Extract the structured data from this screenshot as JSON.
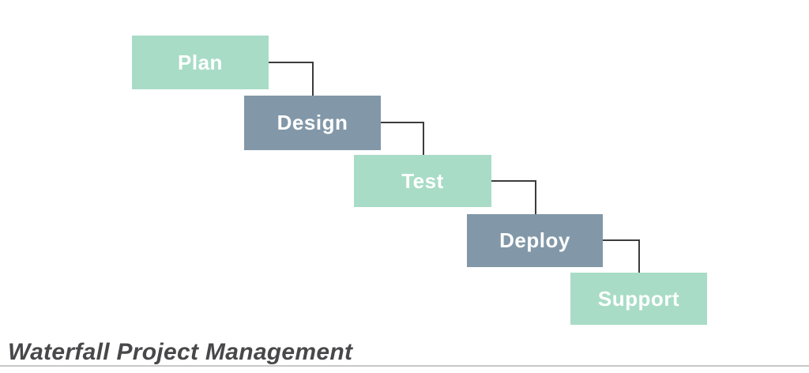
{
  "diagram": {
    "title": "Waterfall Project Management",
    "steps": [
      {
        "label": "Plan",
        "color": "#a8dcc6"
      },
      {
        "label": "Design",
        "color": "#8298a8"
      },
      {
        "label": "Test",
        "color": "#a8dcc6"
      },
      {
        "label": "Deploy",
        "color": "#8298a8"
      },
      {
        "label": "Support",
        "color": "#a8dcc6"
      }
    ],
    "label_text_color": "#ffffff",
    "connector_color": "#3c3c3c",
    "title_color": "#48484a",
    "divider_color": "#c8c8c8",
    "background_color": "#ffffff"
  }
}
